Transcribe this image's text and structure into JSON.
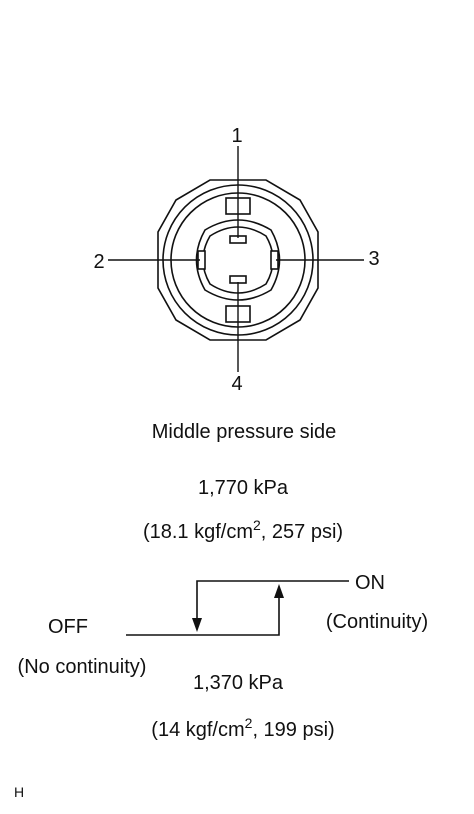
{
  "switch": {
    "terminals": [
      "1",
      "2",
      "3",
      "4"
    ],
    "caption": "Middle pressure side"
  },
  "on_pressure": {
    "kpa": "1,770 kPa",
    "alt_prefix": "(18.1 kgf/cm",
    "alt_exp": "2",
    "alt_suffix": ", 257 psi)"
  },
  "hysteresis": {
    "on_label": "ON",
    "on_note": "(Continuity)",
    "off_label": "OFF",
    "off_note": "(No continuity)"
  },
  "off_pressure": {
    "kpa": "1,370 kPa",
    "alt_prefix": "(14 kgf/cm",
    "alt_exp": "2",
    "alt_suffix": ", 199 psi)"
  },
  "footer": {
    "code": "H"
  }
}
